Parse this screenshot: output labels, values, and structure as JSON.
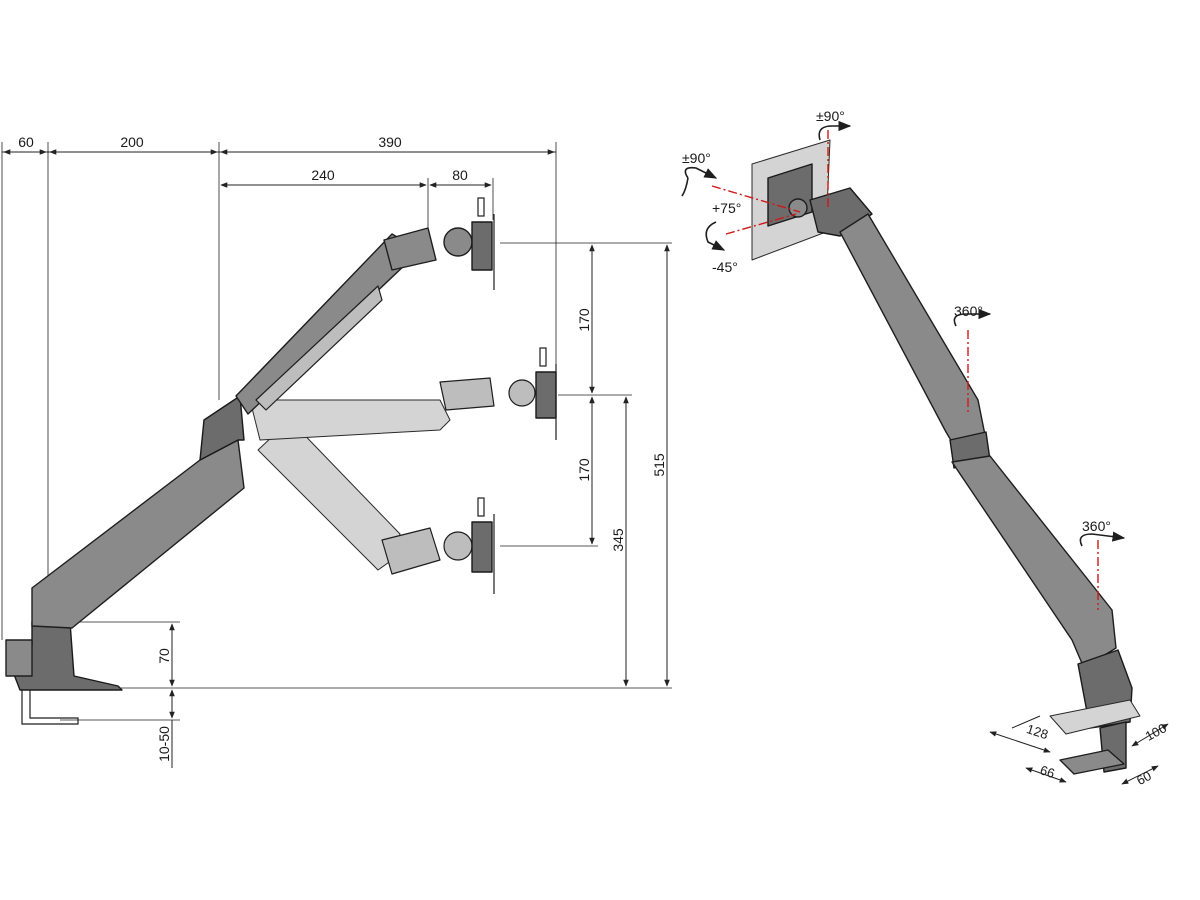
{
  "side_view": {
    "dims": {
      "clamp_offset": "60",
      "lower_arm_reach": "200",
      "upper_reach": "390",
      "upper_arm_length": "240",
      "head_depth": "80",
      "upper_step": "170",
      "lower_step": "170",
      "max_height": "515",
      "min_height": "345",
      "base_height": "70",
      "desk_thickness": "10-50"
    }
  },
  "iso_view": {
    "rotations": {
      "tilt_top": "±90°",
      "swivel_side": "±90°",
      "tilt_up": "+75°",
      "tilt_down": "-45°",
      "elbow_rotation": "360°",
      "base_rotation": "360°"
    },
    "base_dims": {
      "base_length": "128",
      "base_width": "100",
      "clamp_length": "66",
      "clamp_width": "60"
    }
  },
  "colors": {
    "arm": "#8a8a8a",
    "axis": "#d01818",
    "lines": "#1e1e1e"
  }
}
